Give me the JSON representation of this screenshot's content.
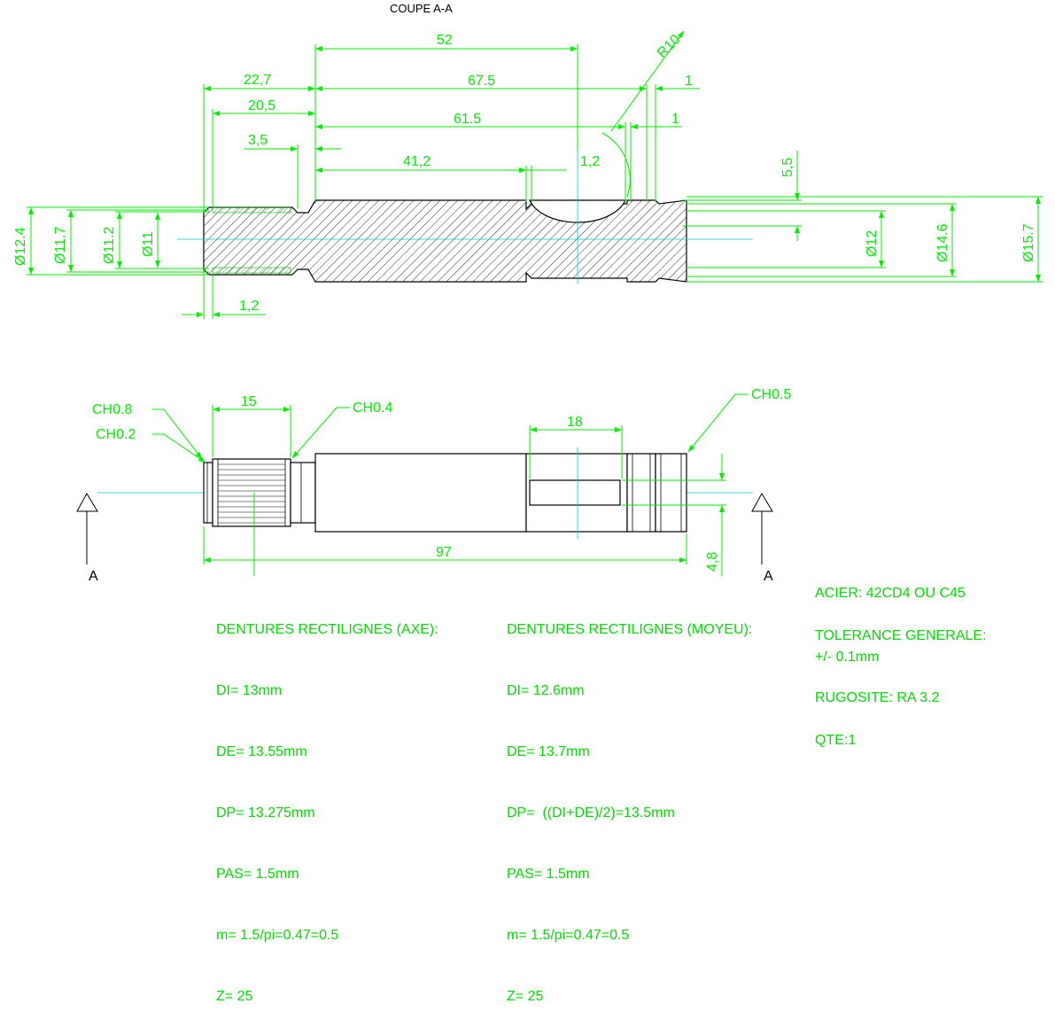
{
  "title": "COUPE A-A",
  "colors": {
    "dimension": "#00ee00",
    "outline": "#000000",
    "centerline": "#00cccc",
    "hatch": "#000000"
  },
  "section_view": {
    "dims_top": [
      "52",
      "67.5",
      "22,7",
      "20,5",
      "61.5",
      "3,5",
      "41,2",
      "1,2",
      "1",
      "1",
      "R10",
      "5,5"
    ],
    "dims_left": [
      "Ø12.4",
      "Ø11.7",
      "Ø11.2",
      "Ø11"
    ],
    "dims_right": [
      "Ø12",
      "Ø14.6",
      "Ø15.7"
    ],
    "dim_bottom": "1,2"
  },
  "side_view": {
    "chamfers": [
      "CH0.8",
      "CH0.2",
      "CH0.4",
      "CH0.5"
    ],
    "dims": [
      "15",
      "18",
      "97",
      "4,8"
    ],
    "section_marks": [
      "A",
      "A"
    ]
  },
  "notes": {
    "axe": {
      "title": "DENTURES RECTILIGNES (AXE):",
      "lines": [
        "DI= 13mm",
        "DE= 13.55mm",
        "DP= 13.275mm",
        "PAS= 1.5mm",
        "m= 1.5/pi=0.47=0.5",
        "Z= 25"
      ]
    },
    "moyeu": {
      "title": "DENTURES RECTILIGNES (MOYEU):",
      "lines": [
        "DI= 12.6mm",
        "DE= 13.7mm",
        "DP=  ((DI+DE)/2)=13.5mm",
        "PAS= 1.5mm",
        "m= 1.5/pi=0.47=0.5",
        "Z= 25"
      ]
    },
    "spec": {
      "material": "ACIER: 42CD4 OU C45",
      "tolerance_title": "TOLERANCE GENERALE:",
      "tolerance_value": "+/- 0.1mm",
      "roughness": "RUGOSITE: RA 3.2",
      "quantity": "QTE:1"
    }
  }
}
